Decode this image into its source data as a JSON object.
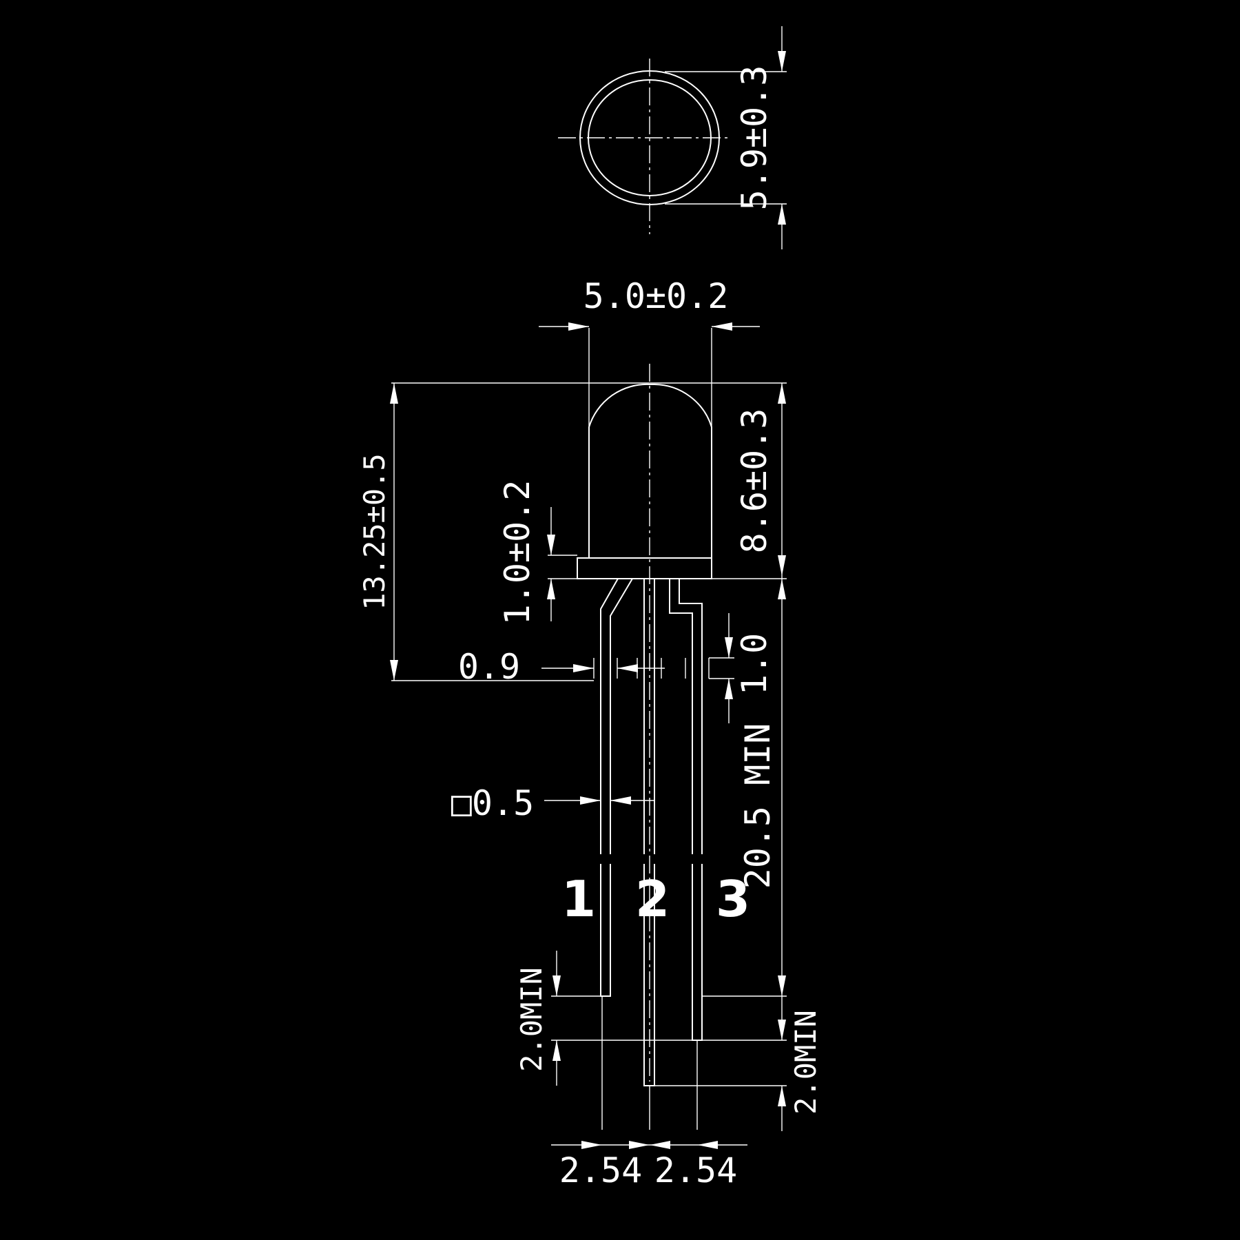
{
  "dimensions": {
    "top_view_height": "5.9±0.3",
    "body_width": "5.0±0.2",
    "overall_height": "13.25±0.5",
    "flange_thickness": "1.0±0.2",
    "body_height": "8.6±0.3",
    "kink_width": "0.9",
    "kink_length": "1.0",
    "lead_square": "□0.5",
    "lead_length": "20.5 MIN",
    "lead_offset_left": "2.0MIN",
    "lead_offset_right": "2.0MIN",
    "pitch_left": "2.54",
    "pitch_right": "2.54"
  },
  "pins": [
    "1",
    "2",
    "3"
  ]
}
